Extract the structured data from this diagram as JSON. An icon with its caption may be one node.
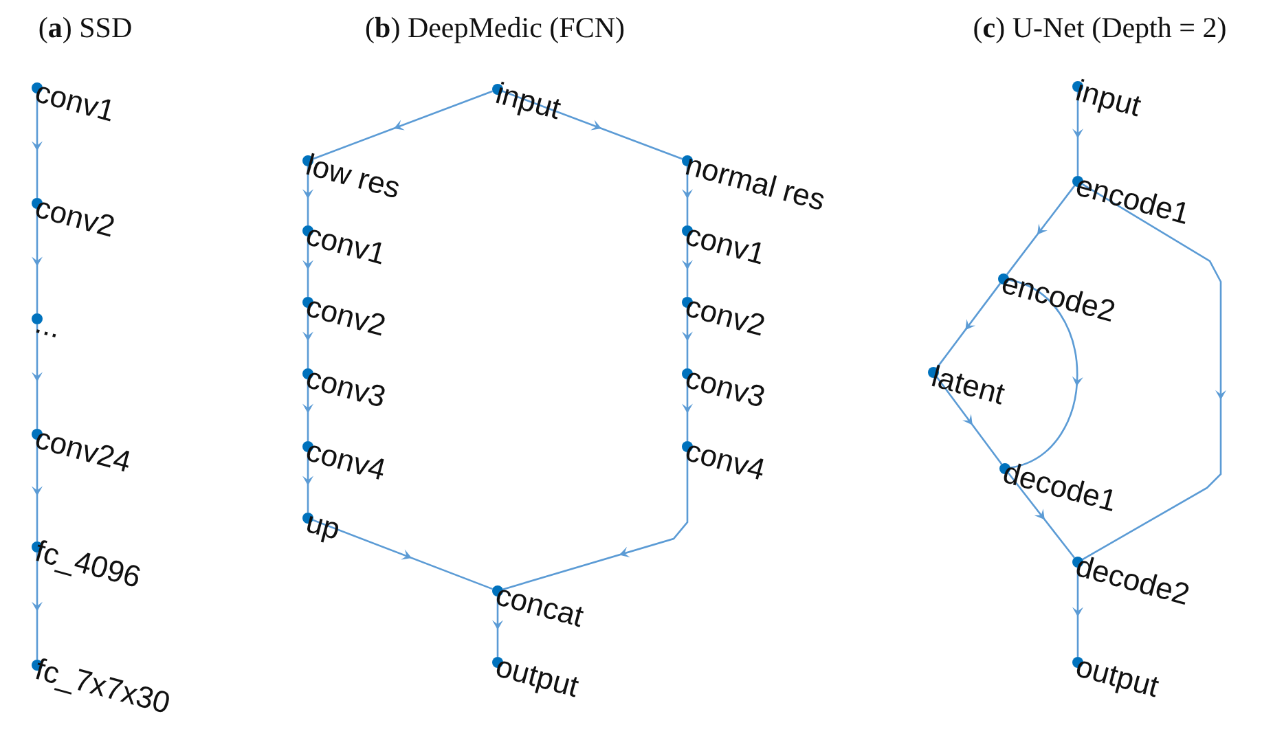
{
  "diagram": {
    "nodes": [
      {
        "text": [
          "conv1"
        ]
      },
      {
        "text": [
          "conv2"
        ]
      },
      {
        "text": [
          "..."
        ]
      },
      {
        "text": [
          "conv24"
        ]
      },
      {
        "text": [
          "fc_4096"
        ]
      },
      {
        "text": [
          "fc_7x7x30"
        ]
      },
      {
        "text": [
          "input"
        ]
      },
      {
        "text": [
          "low res"
        ]
      },
      {
        "text": [
          "conv1"
        ]
      },
      {
        "text": [
          "conv2"
        ]
      },
      {
        "text": [
          "conv3"
        ]
      },
      {
        "text": [
          "conv4"
        ]
      },
      {
        "text": [
          "up"
        ]
      },
      {
        "text": [
          "normal res"
        ]
      },
      {
        "text": [
          "conv1"
        ]
      },
      {
        "text": [
          "conv2"
        ]
      },
      {
        "text": [
          "conv3"
        ]
      },
      {
        "text": [
          "conv4"
        ]
      },
      {
        "text": [
          "concat"
        ]
      },
      {
        "text": [
          "output"
        ]
      },
      {
        "text": [
          "input"
        ]
      },
      {
        "text": [
          "encode1"
        ]
      },
      {
        "text": [
          "encode2"
        ]
      },
      {
        "text": [
          "latent"
        ]
      },
      {
        "text": [
          "decode1"
        ]
      },
      {
        "text": [
          "decode2"
        ]
      },
      {
        "text": [
          "output"
        ]
      }
    ],
    "edges": [
      {
        "from": 0,
        "to": 1,
        "arrow": "to"
      },
      {
        "from": 1,
        "to": 2,
        "arrow": "to"
      },
      {
        "from": 2,
        "to": 3,
        "arrow": "to"
      },
      {
        "from": 3,
        "to": 4,
        "arrow": "to"
      },
      {
        "from": 4,
        "to": 5,
        "arrow": "to"
      },
      {
        "from": 6,
        "to": 7,
        "arrow": "to"
      },
      {
        "from": 7,
        "to": 8,
        "arrow": "to"
      },
      {
        "from": 8,
        "to": 9,
        "arrow": "to"
      },
      {
        "from": 9,
        "to": 10,
        "arrow": "to"
      },
      {
        "from": 10,
        "to": 11,
        "arrow": "to"
      },
      {
        "from": 11,
        "to": 12,
        "arrow": "to"
      },
      {
        "from": 6,
        "to": 13,
        "arrow": "to"
      },
      {
        "from": 13,
        "to": 14,
        "arrow": "to"
      },
      {
        "from": 14,
        "to": 15,
        "arrow": "to"
      },
      {
        "from": 15,
        "to": 16,
        "arrow": "to"
      },
      {
        "from": 16,
        "to": 17,
        "arrow": "to"
      },
      {
        "from": 12,
        "to": 18,
        "arrow": "to"
      },
      {
        "from": 17,
        "to": 18,
        "arrow": "to"
      },
      {
        "from": 18,
        "to": 19,
        "arrow": "to"
      },
      {
        "from": 20,
        "to": 21,
        "arrow": "to"
      },
      {
        "from": 21,
        "to": 22,
        "arrow": "to"
      },
      {
        "from": 21,
        "to": 25,
        "arrow": "to"
      },
      {
        "from": 22,
        "to": 23,
        "arrow": "to"
      },
      {
        "from": 22,
        "to": 24,
        "arrow": "to"
      },
      {
        "from": 23,
        "to": 24,
        "arrow": "to"
      },
      {
        "from": 24,
        "to": 25,
        "arrow": "to"
      },
      {
        "from": 25,
        "to": 26,
        "arrow": "to"
      }
    ],
    "labels": [
      "(**a**) SSD",
      "(**b**) DeepMedic (FCN)",
      "(**c**) U-Net (Depth = 2)"
    ]
  }
}
